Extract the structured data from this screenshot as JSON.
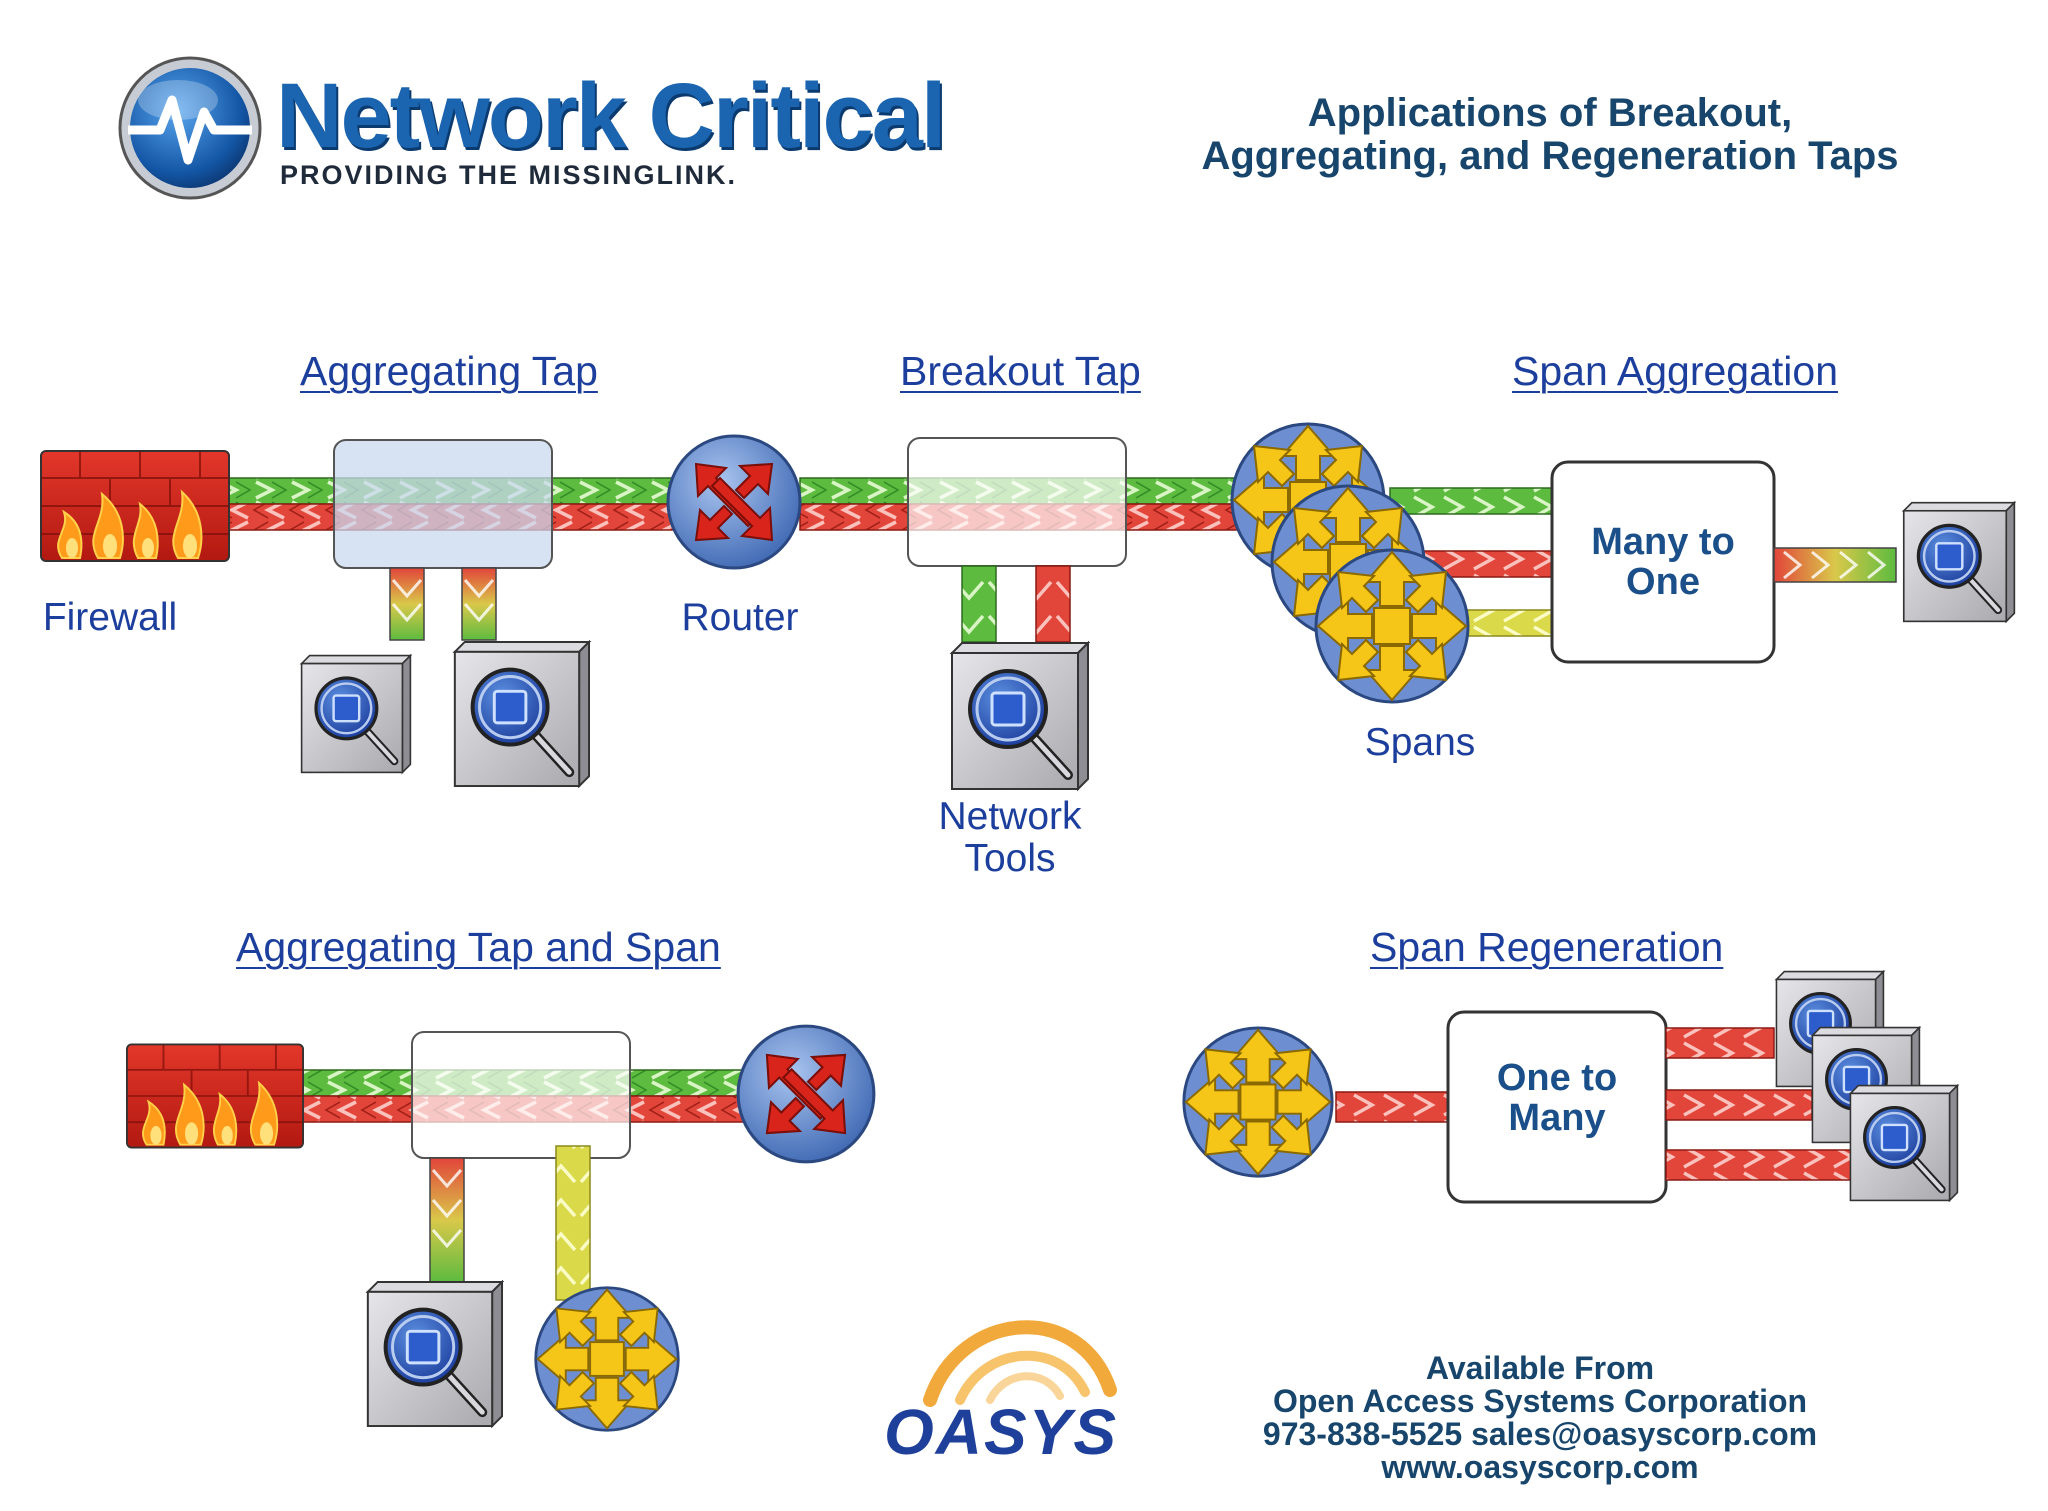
{
  "header": {
    "brand_name": "Network Critical",
    "brand_tagline": "PROVIDING THE MISSINGLINK.",
    "title_line1": "Applications of Breakout,",
    "title_line2": "Aggregating, and Regeneration Taps"
  },
  "sections": {
    "aggregating_tap": "Aggregating Tap",
    "breakout_tap": "Breakout Tap",
    "span_aggregation": "Span Aggregation",
    "aggregating_tap_and_span": "Aggregating Tap and Span",
    "span_regeneration": "Span Regeneration"
  },
  "labels": {
    "firewall": "Firewall",
    "router": "Router",
    "network_tools_line1": "Network",
    "network_tools_line2": "Tools",
    "spans": "Spans",
    "many_to_one_line1": "Many to",
    "many_to_one_line2": "One",
    "one_to_many_line1": "One to",
    "one_to_many_line2": "Many"
  },
  "footer": {
    "vendor_logo": "OASYS",
    "available_from": "Available From",
    "company": "Open Access Systems Corporation",
    "phone_email": "973-838-5525 sales@oasyscorp.com",
    "website": "www.oasyscorp.com"
  },
  "colors": {
    "title_navy": "#17456b",
    "label_blue": "#1c3e9c",
    "green_stream": "#5dbb3f",
    "red_stream": "#e2453a",
    "yellow_stream": "#d9d94a",
    "firewall_red": "#d6231a",
    "flame_orange": "#ff9a1a",
    "router_blue": "#4d7bc4",
    "span_yellow": "#f5c518",
    "tool_grey": "#c9c9cc"
  },
  "icons": [
    "network-critical-logo-icon",
    "firewall-icon",
    "router-icon",
    "network-tool-icon",
    "span-switch-icon",
    "oasys-logo-icon"
  ]
}
